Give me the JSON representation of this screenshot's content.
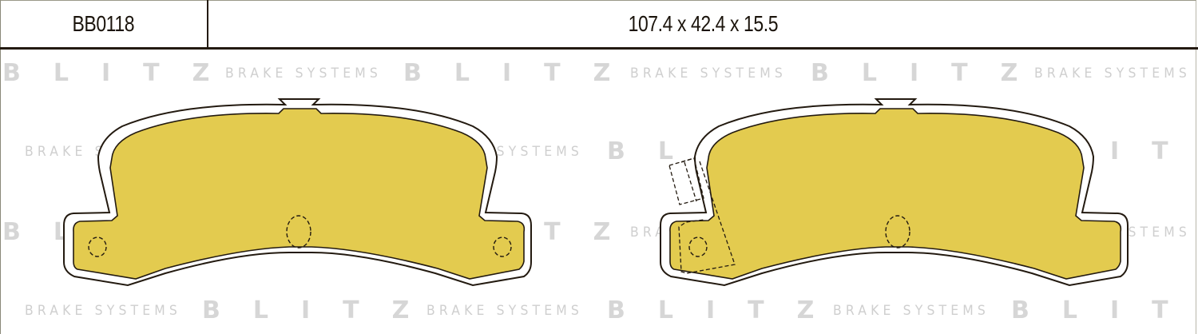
{
  "header": {
    "part_code": "BB0118",
    "dimensions": "107.4 x 42.4 x 15.5"
  },
  "watermark": {
    "brand": "BLITZ",
    "tagline": "BRAKE SYSTEMS"
  },
  "drawing": {
    "pads": [
      {
        "name": "left-pad",
        "has_wear_sensor": false
      },
      {
        "name": "right-pad",
        "has_wear_sensor": true
      }
    ],
    "colors": {
      "friction": "#e3cb4f",
      "outline": "#231a10",
      "backing": "#ffffff",
      "watermark": "#d6d6d6"
    }
  }
}
